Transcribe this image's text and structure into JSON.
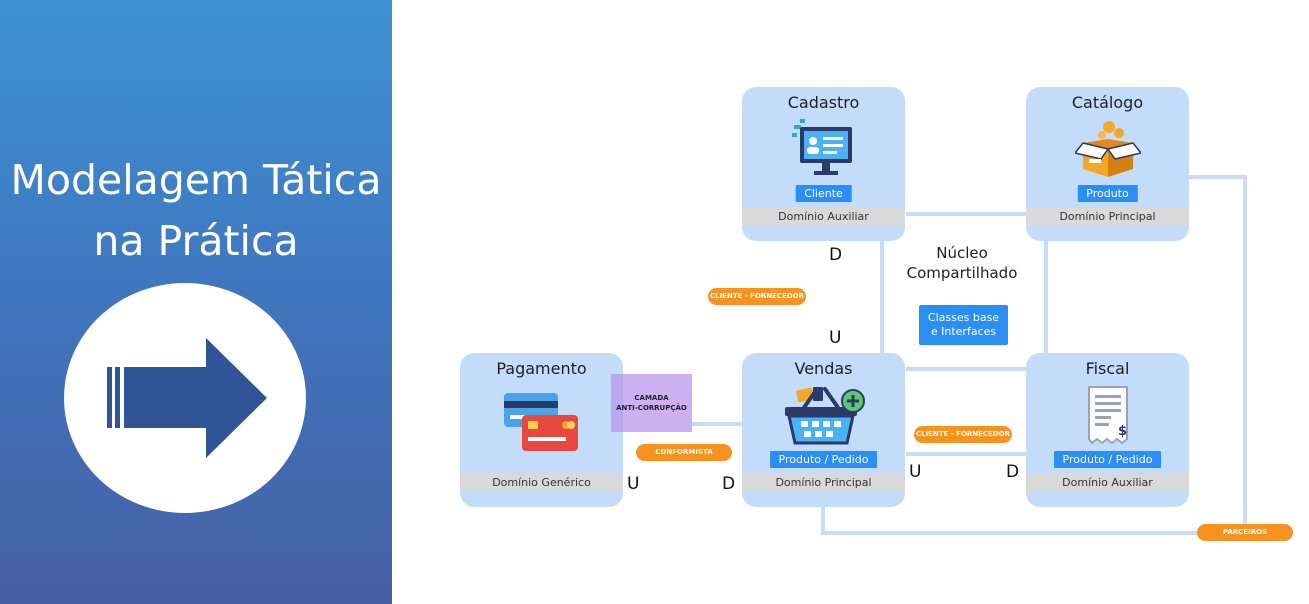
{
  "slide": {
    "title_line1": "Modelagem Tática",
    "title_line2": "na Prática"
  },
  "icons": {
    "arrow": "arrow-right-icon",
    "cadastro": "computer-monitor-icon",
    "catalogo": "product-box-icon",
    "vendas": "shopping-basket-icon",
    "pagamento": "credit-card-icon",
    "fiscal": "receipt-icon"
  },
  "colors": {
    "context_box": "#c3dcfa",
    "entity": "#2b8ef3",
    "domain_bar": "#d9d9d9",
    "relationship_pill": "#f7921e",
    "anti_corruption_layer": "#b892eb",
    "connector": "#c5ddf5",
    "panel_gradient_top": "#3d93d3",
    "panel_gradient_bottom": "#465fa4"
  },
  "contexts": {
    "cadastro": {
      "title": "Cadastro",
      "entity": "Cliente",
      "domain": "Domínio Auxiliar"
    },
    "catalogo": {
      "title": "Catálogo",
      "entity": "Produto",
      "domain": "Domínio Principal"
    },
    "vendas": {
      "title": "Vendas",
      "entity": "Produto / Pedido",
      "domain": "Domínio Principal"
    },
    "pagamento": {
      "title": "Pagamento",
      "domain": "Domínio Genérico"
    },
    "fiscal": {
      "title": "Fiscal",
      "entity": "Produto / Pedido",
      "domain": "Domínio Auxiliar"
    }
  },
  "shared_kernel": {
    "title_line1": "Núcleo",
    "title_line2": "Compartilhado",
    "box_line1": "Classes base",
    "box_line2": "e Interfaces"
  },
  "anti_corruption": {
    "line1": "CAMADA",
    "line2": "ANTI-CORRUPÇÃO"
  },
  "relationships": {
    "cadastro_vendas": "CLIENTE - FORNECEDOR",
    "vendas_fiscal": "CLIENTE - FORNECEDOR",
    "pagamento_vendas": "CONFORMISTA",
    "parceiros": "PARCEIROS"
  },
  "markers": {
    "downstream": "D",
    "upstream": "U"
  }
}
